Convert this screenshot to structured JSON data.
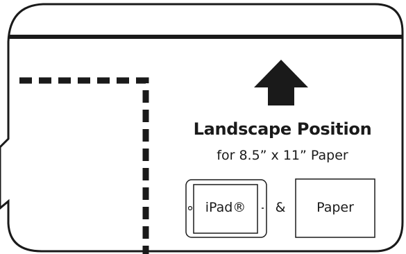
{
  "heading": "Landscape Position",
  "subheading": "for 8.5” x 11” Paper",
  "ipad_label": "iPad®",
  "ampersand": "&",
  "paper_label": "Paper",
  "icons": {
    "arrow": "up-arrow-icon",
    "ipad": "ipad-icon",
    "paper": "paper-sheet-icon"
  },
  "colors": {
    "ink": "#1a1a1a",
    "background": "#ffffff"
  }
}
